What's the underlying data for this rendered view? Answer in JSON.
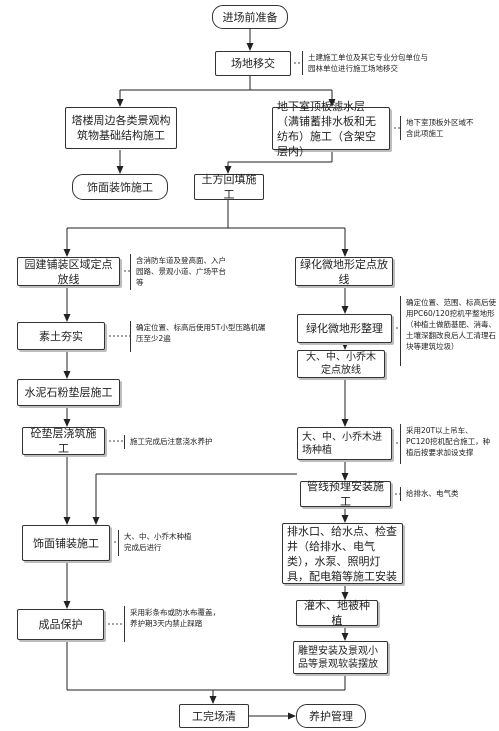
{
  "nodes": {
    "prep": "进场前准备",
    "handover": "场地移交",
    "tower_foundation": "塔楼周边各类景观构筑物基础结构施工",
    "basement_drain": "地下室顶板滤水层（满铺蓄排水板和无纺布）施工（含架空层内）",
    "decor_finish_top": "饰面装饰施工",
    "earth_backfill": "土方回填施工",
    "paving_layout": "园建铺装区域定点放线",
    "green_layout": "绿化微地形定点放线",
    "soil_compact": "素土夯实",
    "terrain_shaping": "绿化微地形整理",
    "cement_stone": "水泥石粉垫层施工",
    "tree_layout": "大、中、小乔木定点放线",
    "concrete_pour": "砼垫层浇筑施工",
    "tree_planting": "大、中、小乔木进场种植",
    "pipeline": "管线预埋安装施工",
    "paving_finish": "饰面铺装施工",
    "drainage_install": "排水口、给水点、检查井（给排水、电气类），水泵、照明灯具，配电箱等施工安装",
    "shrub_planting": "灌木、地被种植",
    "product_protect": "成品保护",
    "sculpture": "雕塑安装及景观小品等景观软装摆放",
    "cleanup": "工完场清",
    "maintenance": "养护管理"
  },
  "notes": {
    "handover": "土建施工单位及其它专业分包单位与园林单位进行施工场地移交",
    "basement_drain": "地下室顶板外区域不含此项施工",
    "paving_layout": "含消防车道及登高面、入户园路、景观小道、广场平台等",
    "soil_compact": "确定位置、标高后使用5T小型压路机碾压至少2遍",
    "terrain_shaping": "确定位置、范围、标高后使用PC60/120挖机平整地形（种植土做筋基肥、消毒、土壤深翻改良后人工清理石块等建筑垃圾）",
    "concrete_pour": "施工完成后注意浇水养护",
    "tree_planting": "采用20T以上吊车、PC120挖机配合施工，种植后按要求加设支撑",
    "pipeline": "给排水、电气类",
    "paving_finish": "大、中、小乔木种植完成后进行",
    "product_protect": "采用彩条布或防水布覆盖，养护期3天内禁止踩踏"
  }
}
